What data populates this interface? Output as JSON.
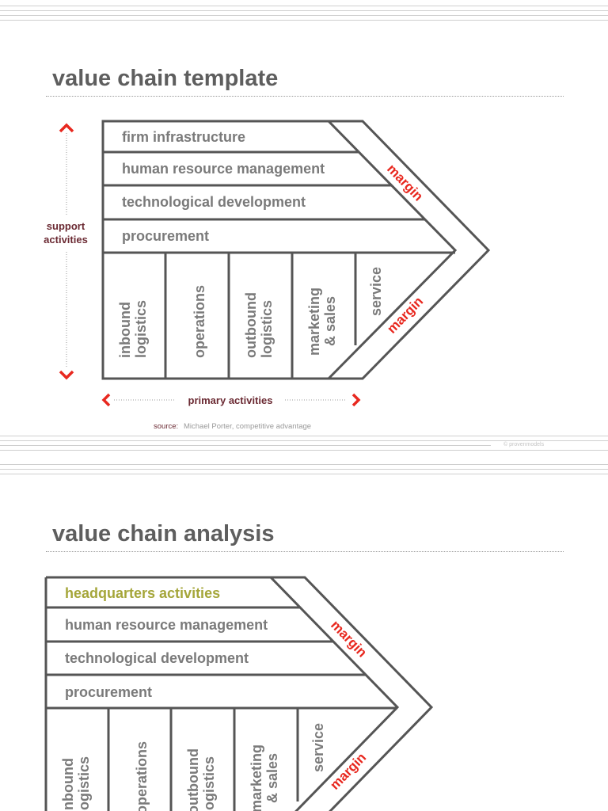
{
  "slide1": {
    "title": "value chain template",
    "support_label_1": "support",
    "support_label_2": "activities",
    "support_rows": [
      "firm infrastructure",
      "human resource management",
      "technological development",
      "procurement"
    ],
    "primary_cols": [
      [
        "inbound",
        "logistics"
      ],
      [
        "operations"
      ],
      [
        "outbound",
        "logistics"
      ],
      [
        "marketing",
        "& sales"
      ],
      [
        "service"
      ]
    ],
    "margin_label": "margin",
    "primary_label": "primary activities",
    "source_prefix": "source:",
    "source_text": "Michael Porter, competitive advantage",
    "copyright": "© provenmodels"
  },
  "slide2": {
    "title": "value chain analysis",
    "support_rows": [
      "headquarters activities",
      "human resource management",
      "technological development",
      "procurement"
    ],
    "highlight_row_color": "#a5a63a",
    "primary_cols": [
      [
        "inbound",
        "logistics"
      ],
      [
        "operations"
      ],
      [
        "outbound",
        "logistics"
      ],
      [
        "marketing",
        "& sales"
      ],
      [
        "service"
      ]
    ],
    "margin_label": "margin"
  },
  "colors": {
    "accent": "#e8281f",
    "line": "#555555",
    "text": "#7a7a7a"
  }
}
